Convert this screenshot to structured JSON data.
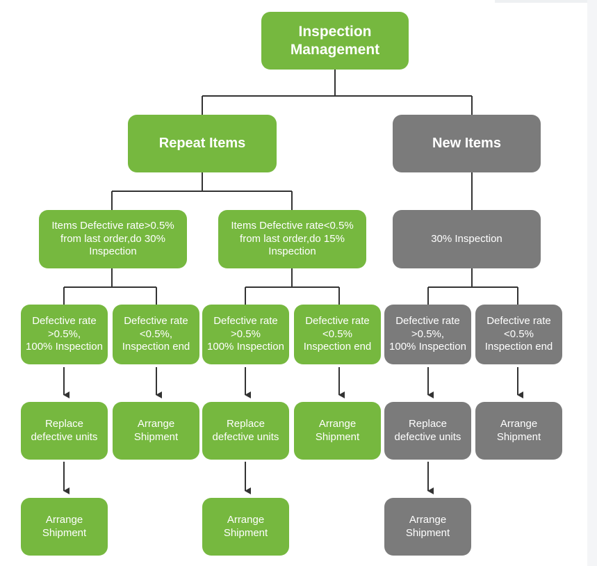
{
  "colors": {
    "repeat": "#76b83f",
    "new": "#7b7b7b",
    "connector": "#333333"
  },
  "root": {
    "label": "Inspection\nManagement"
  },
  "repeat": {
    "label": "Repeat Items",
    "over": {
      "label": "Items Defective rate>0.5%\nfrom last order,do 30%\nInspection",
      "high": {
        "label": "Defective rate\n>0.5%,\n100% Inspection"
      },
      "low": {
        "label": "Defective rate\n<0.5%,\nInspection end"
      },
      "replace": {
        "label": "Replace\ndefective units"
      },
      "ship_low": {
        "label": "Arrange\nShipment"
      },
      "ship_final": {
        "label": "Arrange\nShipment"
      }
    },
    "under": {
      "label": "Items Defective rate<0.5%\nfrom last order,do 15%\nInspection",
      "high": {
        "label": "Defective rate\n>0.5%\n100% Inspection"
      },
      "low": {
        "label": "Defective rate\n<0.5%\nInspection end"
      },
      "replace": {
        "label": "Replace\ndefective units"
      },
      "ship_low": {
        "label": "Arrange\nShipment"
      },
      "ship_final": {
        "label": "Arrange\nShipment"
      }
    }
  },
  "new": {
    "label": "New Items",
    "inspect": {
      "label": "30% Inspection",
      "high": {
        "label": "Defective rate\n>0.5%,\n100% Inspection"
      },
      "low": {
        "label": "Defective rate\n<0.5%\nInspection end"
      },
      "replace": {
        "label": "Replace\ndefective units"
      },
      "ship_low": {
        "label": "Arrange\nShipment"
      },
      "ship_final": {
        "label": "Arrange\nShipment"
      }
    }
  }
}
